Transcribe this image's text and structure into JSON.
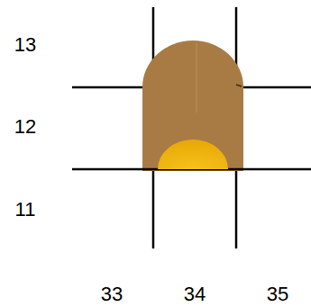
{
  "diagram": {
    "labels": [
      "13",
      "12",
      "11",
      "33",
      "34",
      "35"
    ]
  }
}
